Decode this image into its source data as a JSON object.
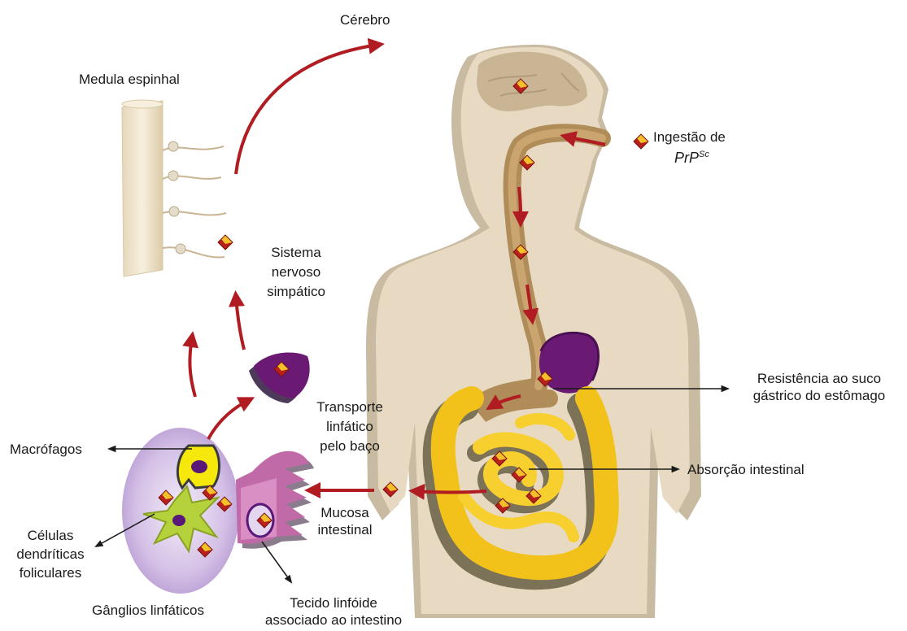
{
  "labels": {
    "cerebro": "Cérebro",
    "medula": "Medula espinhal",
    "ingestao": "Ingestão de",
    "prp": "PrP",
    "prp_sup": "Sc",
    "sistema1": "Sistema",
    "sistema2": "nervoso",
    "sistema3": "simpático",
    "resistencia1": "Resistência ao suco",
    "resistencia2": "gástrico do estômago",
    "transporte1": "Transporte",
    "transporte2": "linfático",
    "transporte3": "pelo baço",
    "macrofagos": "Macrófagos",
    "absorcao": "Absorção intestinal",
    "celulas1": "Células",
    "celulas2": "dendríticas",
    "celulas3": "foliculares",
    "mucosa1": "Mucosa",
    "mucosa2": "intestinal",
    "ganglios": "Gânglios linfáticos",
    "tecido1": "Tecido linfóide",
    "tecido2": "associado ao intestino"
  },
  "colors": {
    "arrow": "#b01c22",
    "body": "#e7d9c2",
    "body_shadow": "#c9bba2",
    "brain": "#c9b493",
    "esophagus": "#b08c58",
    "stomach": "#6b1a74",
    "intestine": "#f2c21a",
    "intestine_shadow": "#7c7258",
    "lymph_node": "#cbb4dd",
    "spinal_cord": "#efe3cc",
    "prion_red": "#b8201c",
    "prion_yellow": "#f3c02a"
  }
}
